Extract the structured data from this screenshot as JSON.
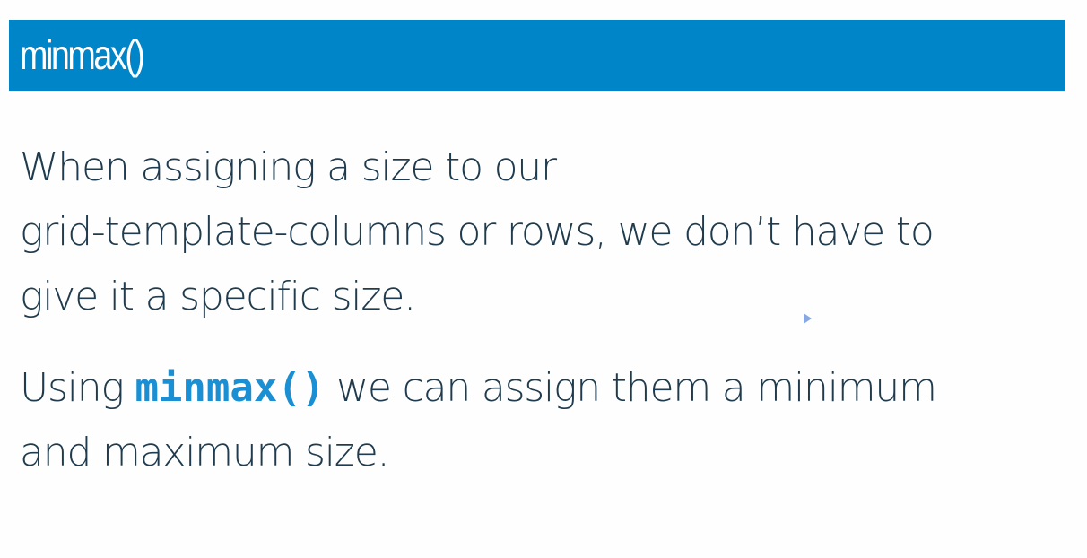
{
  "slide": {
    "title": "minmax()",
    "paragraph1": {
      "line1": "When assigning a size to our",
      "line2": "grid-template-columns or rows, we don’t have to",
      "line3": "give it a specific size."
    },
    "paragraph2": {
      "prefix": "Using ",
      "code": "minmax()",
      "suffix": " we can assign them a minimum",
      "line2": "and maximum size."
    }
  },
  "colors": {
    "title_bar": "#0085c8",
    "body_text": "#1f3b4d",
    "code_text": "#1a8fd3",
    "cursor": "#8aa8e0"
  },
  "icons": {
    "cursor": "mouse-pointer-icon"
  }
}
